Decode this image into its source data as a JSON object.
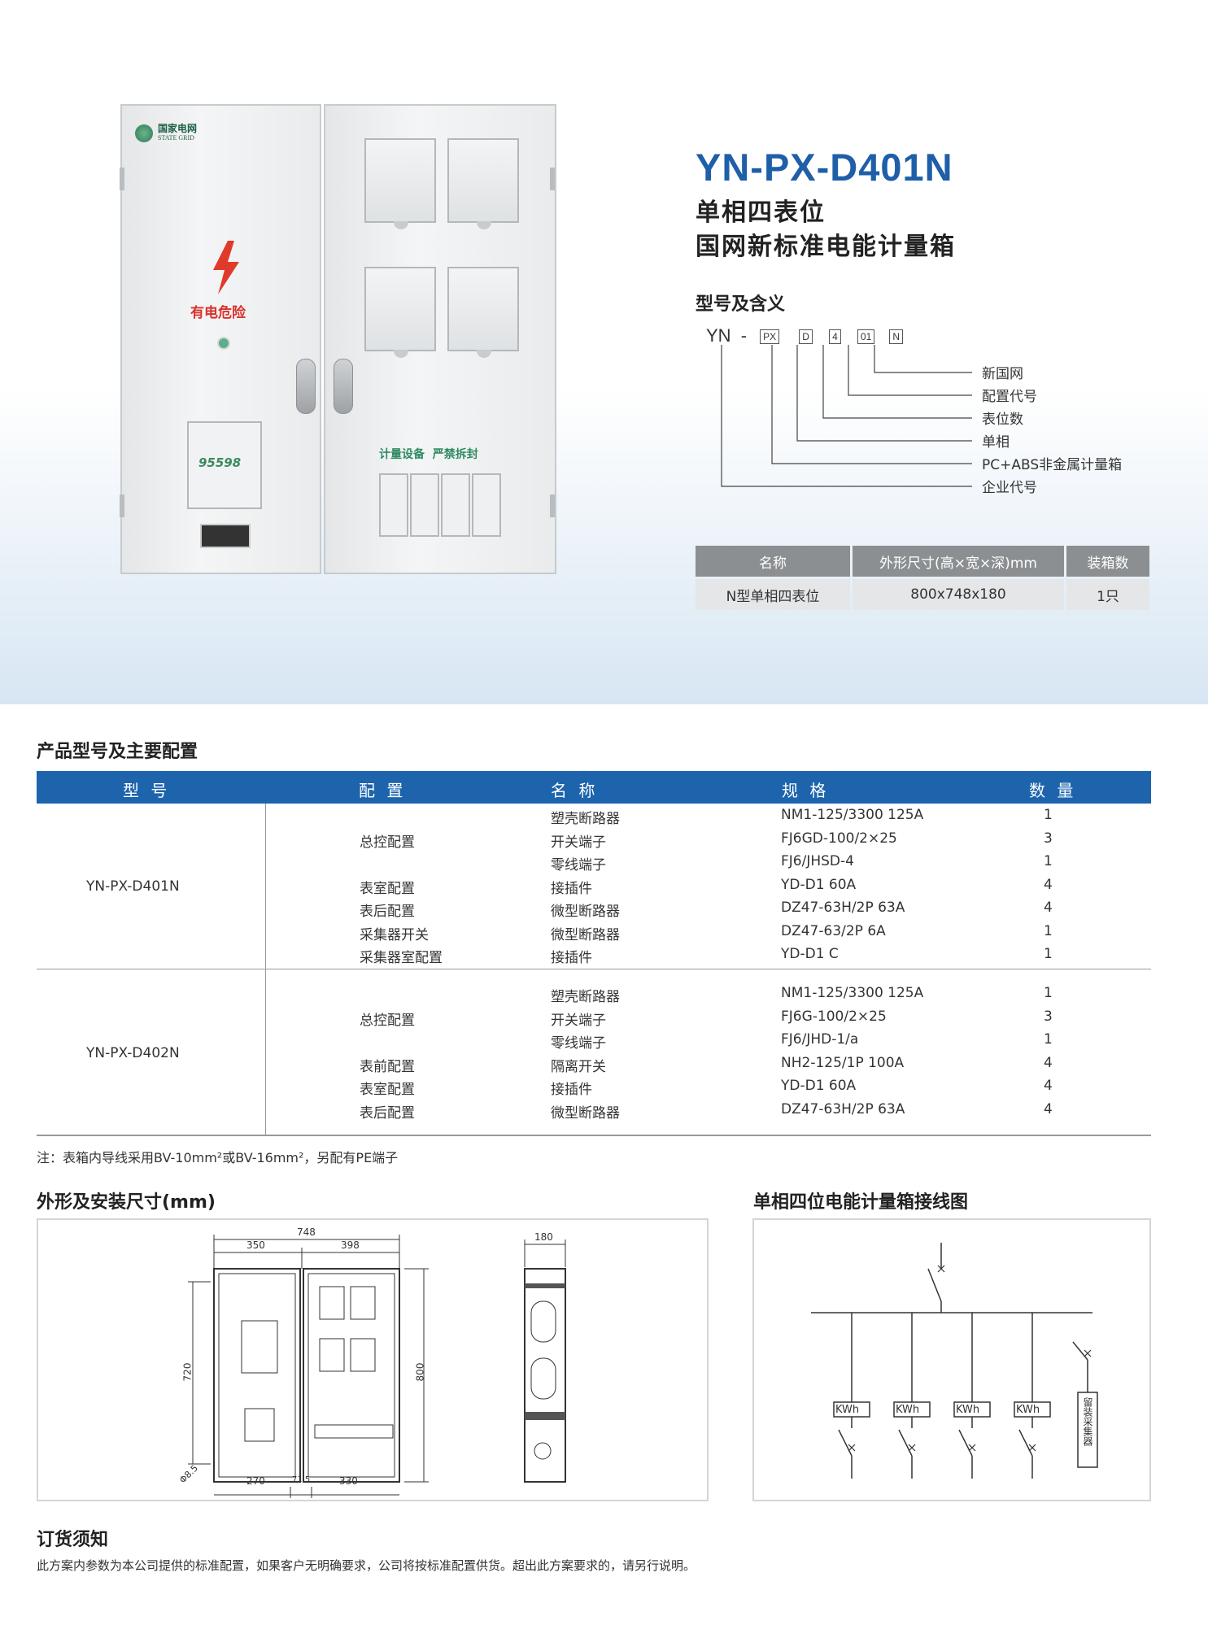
{
  "logo": {
    "name_cn": "国家电网",
    "name_en": "STATE GRID"
  },
  "box_labels": {
    "danger": "有电危险",
    "service": "95598",
    "seal": "计量设备  严禁拆封"
  },
  "product": {
    "model": "YN-PX-D401N",
    "subtitle_1": "单相四表位",
    "subtitle_2": "国网新标准电能计量箱"
  },
  "model_meaning": {
    "title": "型号及含义",
    "prefix": "YN",
    "dash": "-",
    "codes": [
      "PX",
      "D",
      "4",
      "01",
      "N"
    ],
    "legend": [
      "新国网",
      "配置代号",
      "表位数",
      "单相",
      "PC+ABS非金属计量箱",
      "企业代号"
    ]
  },
  "spec_table": {
    "headers": [
      "名称",
      "外形尺寸(高×宽×深)mm",
      "装箱数"
    ],
    "row": [
      "N型单相四表位",
      "800x748x180",
      "1只"
    ]
  },
  "config": {
    "title": "产品型号及主要配置",
    "headers": [
      "型 号",
      "配 置",
      "名 称",
      "规 格",
      "数 量"
    ],
    "groups": [
      {
        "model": "YN-PX-D401N",
        "rows": [
          [
            "",
            "塑壳断路器",
            "NM1-125/3300 125A",
            "1"
          ],
          [
            "总控配置",
            "开关端子",
            "FJ6GD-100/2×25",
            "3"
          ],
          [
            "",
            "零线端子",
            "FJ6/JHSD-4",
            "1"
          ],
          [
            "表室配置",
            "接插件",
            "YD-D1 60A",
            "4"
          ],
          [
            "表后配置",
            "微型断路器",
            "DZ47-63H/2P 63A",
            "4"
          ],
          [
            "采集器开关",
            "微型断路器",
            "DZ47-63/2P 6A",
            "1"
          ],
          [
            "采集器室配置",
            "接插件",
            "YD-D1 C",
            "1"
          ]
        ]
      },
      {
        "model": "YN-PX-D402N",
        "rows": [
          [
            "",
            "塑壳断路器",
            "NM1-125/3300 125A",
            "1"
          ],
          [
            "总控配置",
            "开关端子",
            "FJ6G-100/2×25",
            "3"
          ],
          [
            "",
            "零线端子",
            "FJ6/JHD-1/a",
            "1"
          ],
          [
            "表前配置",
            "隔离开关",
            "NH2-125/1P 100A",
            "4"
          ],
          [
            "表室配置",
            "接插件",
            "YD-D1 60A",
            "4"
          ],
          [
            "表后配置",
            "微型断路器",
            "DZ47-63H/2P 63A",
            "4"
          ]
        ]
      }
    ],
    "note": "注：表箱内导线采用BV-10mm²或BV-16mm²，另配有PE端子"
  },
  "dimensions": {
    "title": "外形及安装尺寸(mm)",
    "labels": {
      "total_w": "748",
      "left_w": "350",
      "right_w": "398",
      "depth": "180",
      "height_outer": "800",
      "height_inner": "720",
      "bottom_left": "270",
      "bottom_mid": "71.5",
      "bottom_right": "330",
      "hole": "Φ8.5"
    }
  },
  "wiring": {
    "title": "单相四位电能计量箱接线图",
    "meter_label": "KWh",
    "collector_label": "留装采集器"
  },
  "order": {
    "title": "订货须知",
    "text": "此方案内参数为本公司提供的标准配置，如果客户无明确要求，公司将按标准配置供货。超出此方案要求的，请另行说明。"
  }
}
